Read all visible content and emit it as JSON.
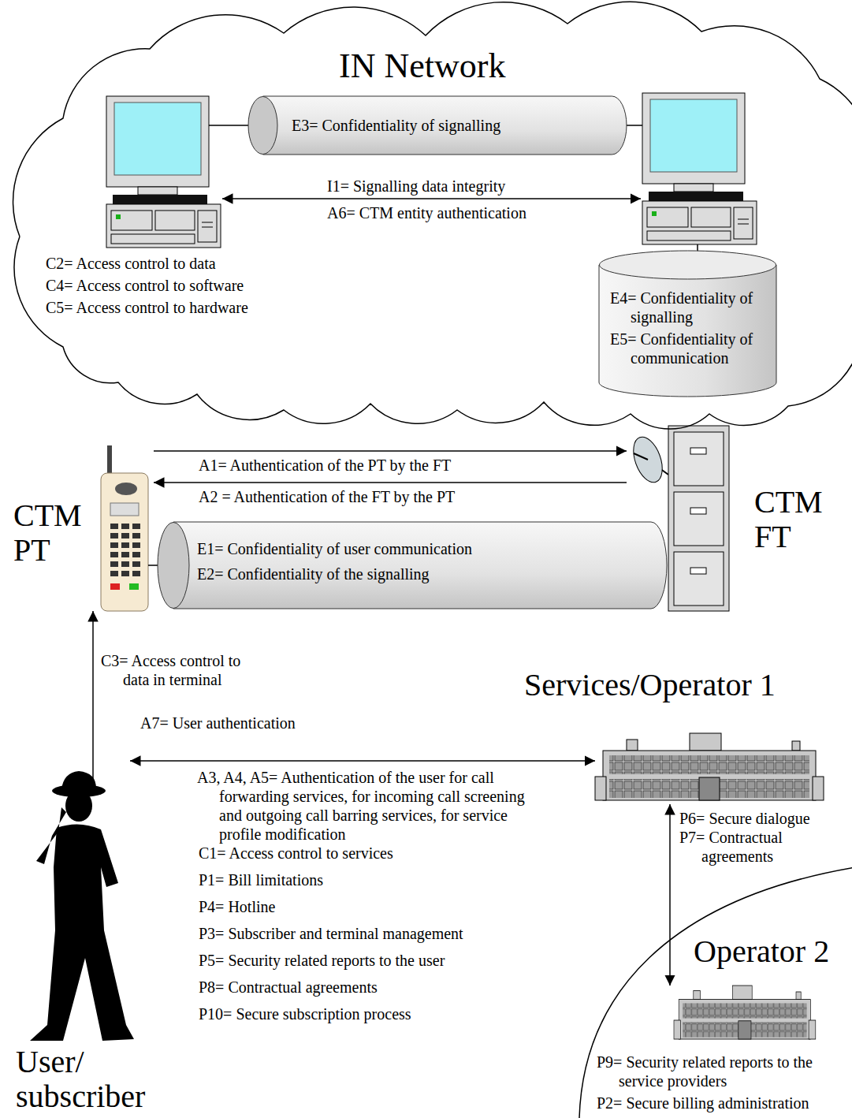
{
  "diagram": {
    "nodes": [
      {
        "text": [
          "IN Network"
        ]
      },
      {
        "text": [
          "E3= Confidentiality of signalling"
        ],
        "in": 0
      },
      {
        "text": [
          "C2= Access control to data",
          "C4= Access control to software",
          "C5= Access control to hardware"
        ],
        "in": 0
      },
      {
        "text": [
          "E4= Confidentiality of signalling",
          "E5= Confidentiality of communication"
        ],
        "in": 0
      },
      {
        "text": [
          "CTM PT"
        ]
      },
      {
        "text": [
          "CTM FT"
        ]
      },
      {
        "text": [
          "E1= Confidentiality of user communication",
          "E2= Confidentiality of the signalling"
        ]
      },
      {
        "text": [
          "User/ subscriber"
        ]
      },
      {
        "text": [
          "Services/Operator 1"
        ]
      },
      {
        "text": [
          "Operator 2",
          "P9= Security related reports to the service providers",
          "P2= Secure billing administration"
        ]
      }
    ],
    "edges": [
      {
        "from": 4,
        "to": 5,
        "arrow": "to",
        "label": "A1= Authentication of the PT by the FT"
      },
      {
        "from": 5,
        "to": 4,
        "arrow": "to",
        "label": "A2 = Authentication of the FT by the PT"
      },
      {
        "from": 7,
        "to": 4,
        "arrow": "to",
        "label": "A7= User authentication"
      },
      {
        "from": 7,
        "to": 8,
        "arrow": "both",
        "label": "A3, A4, A5= Authentication of the user for call forwarding services, for incoming call screening and outgoing call barring services, for service profile modification"
      },
      {
        "from": 8,
        "to": 9,
        "arrow": "both",
        "label": "P6= Secure dialogue"
      }
    ],
    "labels": [
      "I1= Signalling data integrity",
      "A6= CTM entity authentication",
      "C3= Access control to data in terminal",
      "P7= Contractual agreements",
      "C1= Access control to services",
      "P1= Bill limitations",
      "P4= Hotline",
      "P3= Subscriber and terminal management",
      "P5= Security related reports to the user",
      "P8= Contractual agreements",
      "P10= Secure subscription process"
    ]
  }
}
